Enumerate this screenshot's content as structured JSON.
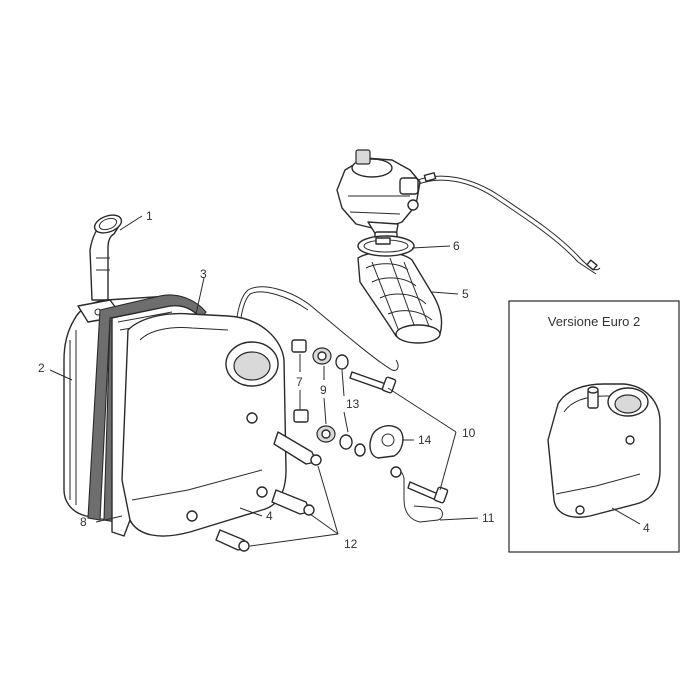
{
  "labels": {
    "l1": "1",
    "l2": "2",
    "l3": "3",
    "l4": "4",
    "l5": "5",
    "l6": "6",
    "l7": "7",
    "l8": "8",
    "l9": "9",
    "l10": "10",
    "l11": "11",
    "l12": "12",
    "l13": "13",
    "l14": "14",
    "inset_part": "4"
  },
  "inset": {
    "title": "Versione Euro 2"
  },
  "colors": {
    "line": "#2a2a2a",
    "gasket": "#6e6e6e",
    "shade": "#d9d9d9",
    "background": "#ffffff"
  }
}
